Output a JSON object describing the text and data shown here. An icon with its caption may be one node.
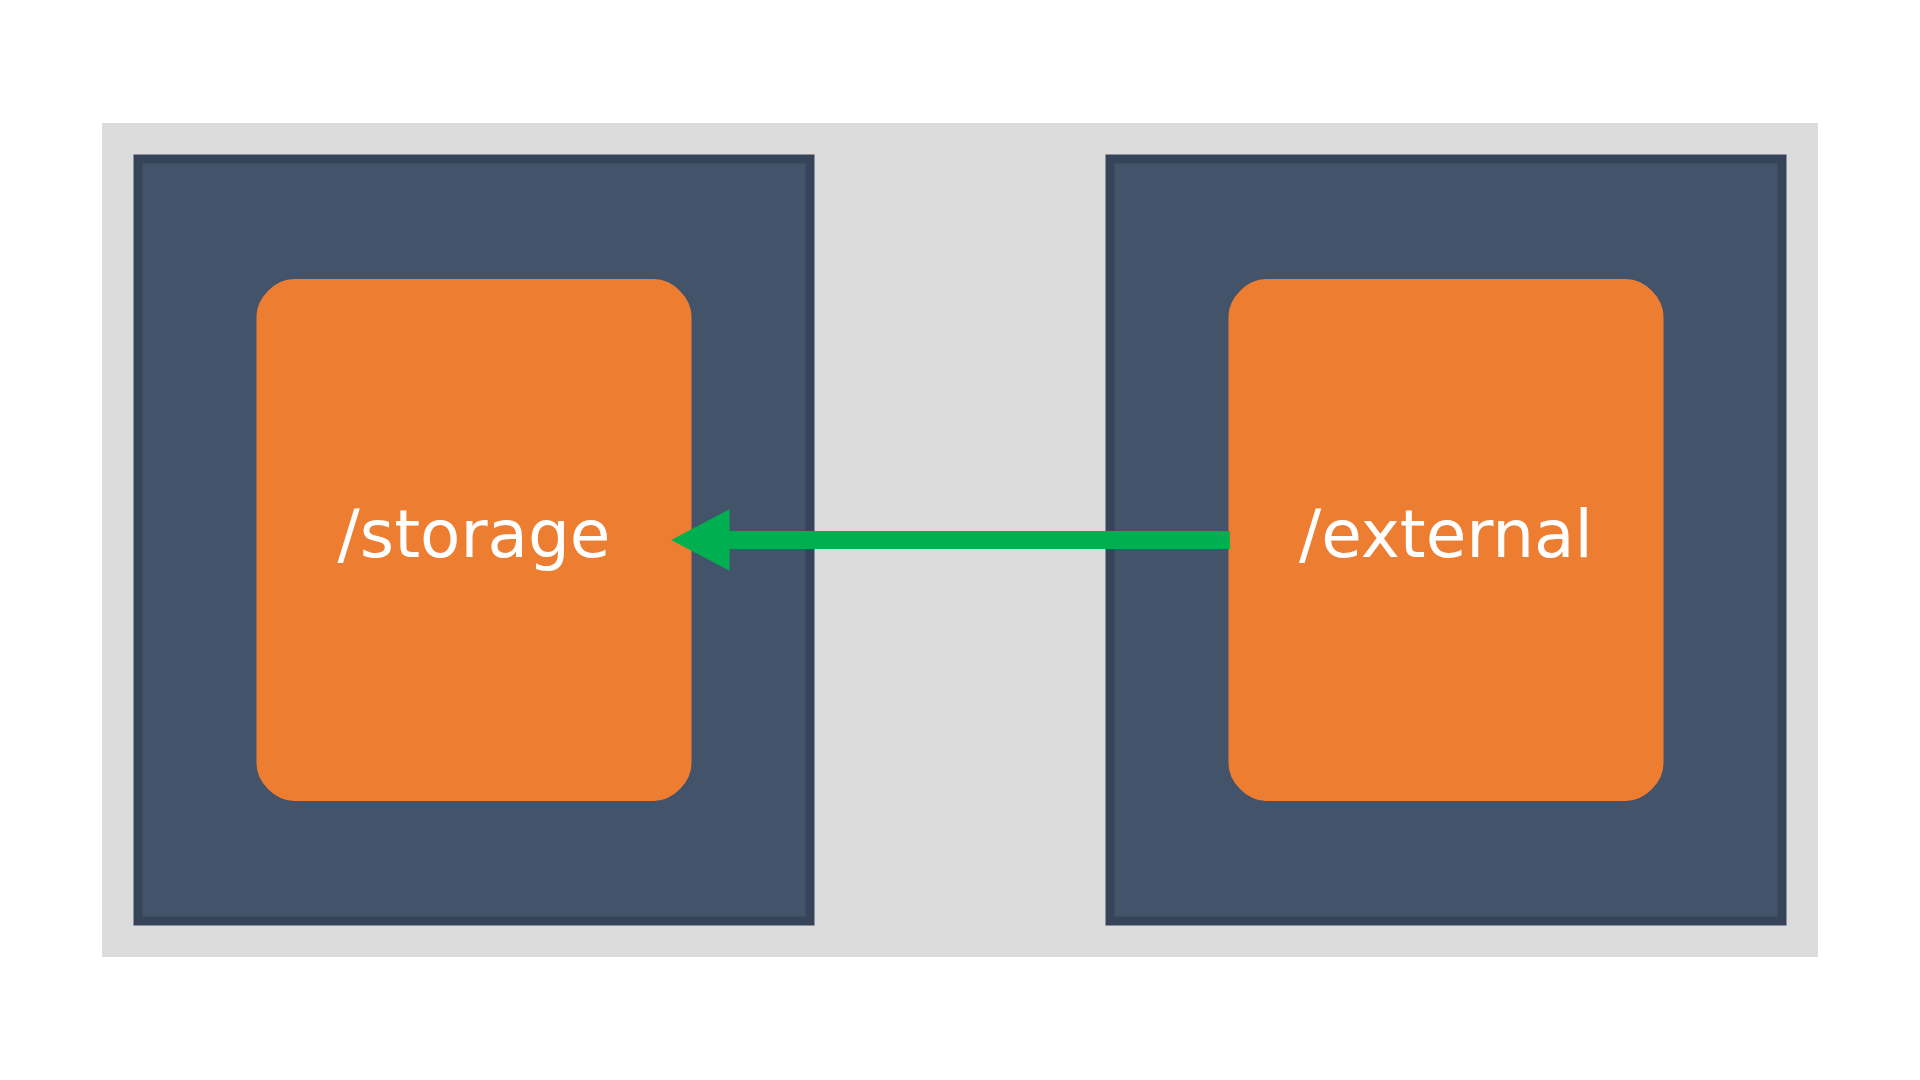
{
  "diagram": {
    "nodes": [
      {
        "text": [],
        "shape": "box"
      },
      {
        "text": [
          "/storage"
        ],
        "in": 0
      },
      {
        "text": [],
        "shape": "box"
      },
      {
        "text": [
          "/external"
        ],
        "in": 2
      }
    ],
    "edges": [
      {
        "from": 3,
        "to": 1,
        "arrow": "to",
        "color": "#00b050"
      }
    ]
  }
}
